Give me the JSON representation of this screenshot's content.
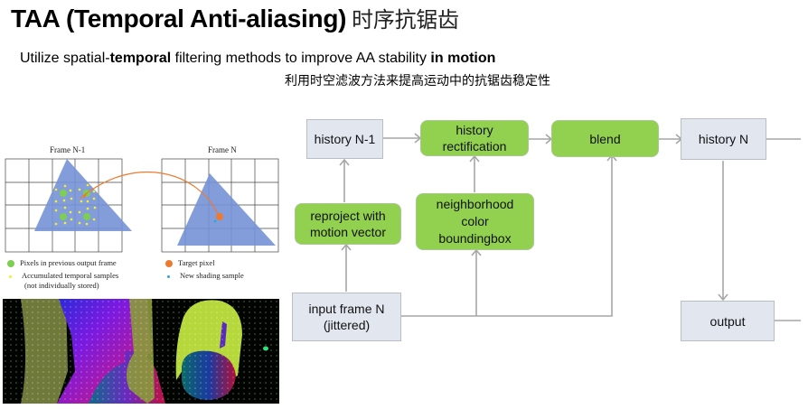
{
  "header": {
    "title_en": "TAA (Temporal Anti-aliasing)",
    "title_cn": "时序抗锯齿",
    "subtitle_parts": [
      {
        "text": "Utilize spatial-",
        "bold": false
      },
      {
        "text": "temporal",
        "bold": true
      },
      {
        "text": " filtering methods to improve AA stability ",
        "bold": false
      },
      {
        "text": "in motion",
        "bold": true
      }
    ],
    "subtitle_cn": "利用时空滤波方法来提高运动中的抗锯齿稳定性"
  },
  "figure": {
    "frame_prev_label": "Frame N-1",
    "frame_cur_label": "Frame N",
    "legend": {
      "pixels_prev": "Pixels in previous output frame",
      "accum_line1": "Accumulated temporal samples",
      "accum_line2": "(not individually stored)",
      "target_pixel": "Target pixel",
      "new_sample": "New shading sample"
    },
    "colors": {
      "triangle": "#7592d6",
      "pixel_green": "#7ccf4f",
      "sample_yellow": "#f5ef2c",
      "target_orange": "#ee7a30",
      "new_sample_blue": "#2aa6de"
    }
  },
  "flow": {
    "nodes": {
      "history_prev": "history N-1",
      "history_rect_1": "history",
      "history_rect_2": "rectification",
      "blend": "blend",
      "history_n": "history N",
      "reproject_1": "reproject with",
      "reproject_2": "motion vector",
      "neighborhood_1": "neighborhood",
      "neighborhood_2": "color",
      "neighborhood_3": "boundingbox",
      "input_1": "input frame N",
      "input_2": "(jittered)",
      "output": "output"
    },
    "colors": {
      "green_node": "#92d050",
      "gray_node": "#e1e6ef",
      "connector": "#a6a6a6"
    }
  }
}
